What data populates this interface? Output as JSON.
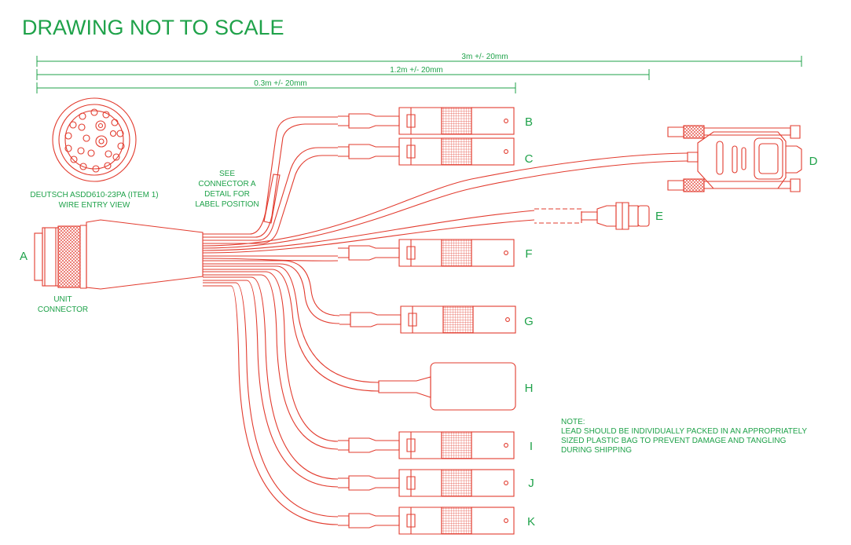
{
  "title": "DRAWING NOT TO SCALE",
  "dimensions": {
    "d1": "3m +/- 20mm",
    "d2": "1.2m +/- 20mm",
    "d3": "0.3m +/- 20mm"
  },
  "pinout_caption": {
    "line1": "DEUTSCH ASDD610-23PA (ITEM 1)",
    "line2": "WIRE ENTRY VIEW"
  },
  "label_note": {
    "line1": "SEE",
    "line2": "CONNECTOR A",
    "line3": "DETAIL FOR",
    "line4": "LABEL POSITION"
  },
  "unit_connector": {
    "letter": "A",
    "line1": "UNIT",
    "line2": "CONNECTOR"
  },
  "connector_letters": {
    "b": "B",
    "c": "C",
    "d": "D",
    "e": "E",
    "f": "F",
    "g": "G",
    "h": "H",
    "i": "I",
    "j": "J",
    "k": "K"
  },
  "note": {
    "heading": "NOTE:",
    "line1": "LEAD SHOULD BE INDIVIDUALLY PACKED IN AN APPROPRIATELY",
    "line2": "SIZED PLASTIC BAG TO PREVENT DAMAGE AND TANGLING",
    "line3": "DURING SHIPPING"
  },
  "colors": {
    "text": "#1fa24a",
    "lines": "#e23b2e"
  }
}
